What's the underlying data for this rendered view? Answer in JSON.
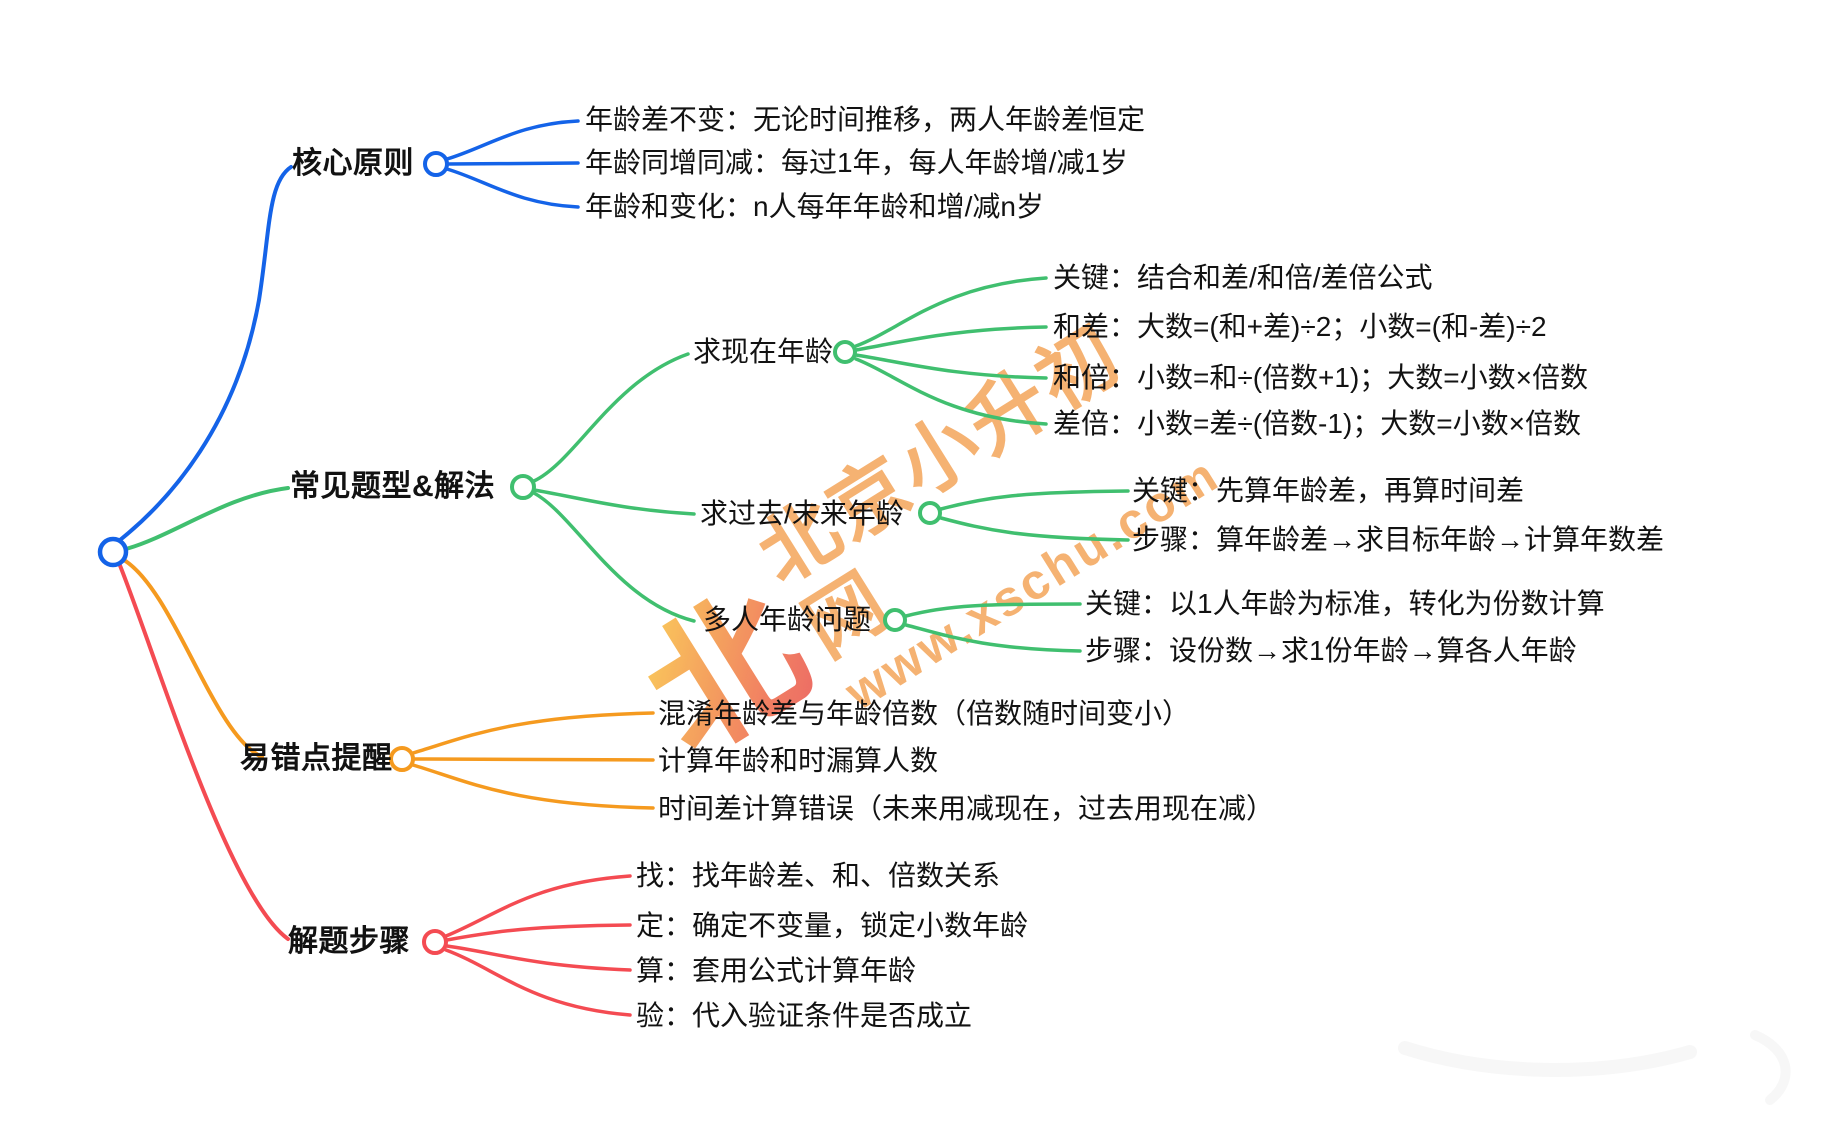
{
  "colors": {
    "blue": "#1463E8",
    "green": "#40BF6F",
    "orange": "#F59A1F",
    "red": "#F44B52",
    "text": "#121212",
    "background": "#FFFFFF",
    "watermark_orange": "#F4A75F",
    "faint_mark": "#F4F4F4"
  },
  "branches": [
    {
      "label": "核心原则",
      "color": "#1463E8",
      "children": [
        "年龄差不变：无论时间推移，两人年龄差恒定",
        "年龄同增同减：每过1年，每人年龄增/减1岁",
        "年龄和变化：n人每年年龄和增/减n岁"
      ]
    },
    {
      "label": "常见题型&解法",
      "color": "#40BF6F",
      "subtopics": [
        {
          "label": "求现在年龄",
          "children": [
            "关键：结合和差/和倍/差倍公式",
            "和差：大数=(和+差)÷2；小数=(和-差)÷2",
            "和倍：小数=和÷(倍数+1)；大数=小数×倍数",
            "差倍：小数=差÷(倍数-1)；大数=小数×倍数"
          ]
        },
        {
          "label": "求过去/未来年龄",
          "children": [
            "关键：先算年龄差，再算时间差",
            "步骤：算年龄差→求目标年龄→计算年数差"
          ]
        },
        {
          "label": "多人年龄问题",
          "children": [
            "关键：以1人年龄为标准，转化为份数计算",
            "步骤：设份数→求1份年龄→算各人年龄"
          ]
        }
      ]
    },
    {
      "label": "易错点提醒",
      "color": "#F59A1F",
      "children": [
        "混淆年龄差与年龄倍数（倍数随时间变小）",
        "计算年龄和时漏算人数",
        "时间差计算错误（未来用减现在，过去用现在减）"
      ]
    },
    {
      "label": "解题步骤",
      "color": "#F44B52",
      "children": [
        "找：找年龄差、和、倍数关系",
        "定：确定不变量，锁定小数年龄",
        "算：套用公式计算年龄",
        "验：代入验证条件是否成立"
      ]
    }
  ],
  "watermark": {
    "logo_char": "北",
    "site_name": "北京小升初网",
    "site_url": "www.xschu.com"
  }
}
